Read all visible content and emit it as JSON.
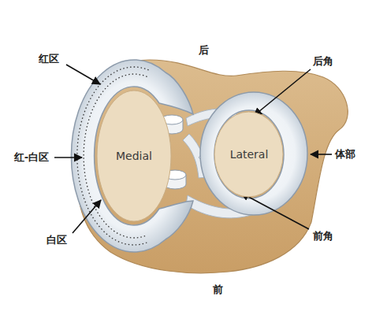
{
  "diagram": {
    "nodes": [
      {
        "text": [
          "Medial"
        ]
      },
      {
        "text": [
          "Lateral"
        ]
      }
    ],
    "labels": [
      "后",
      "红区",
      "后角",
      "红-白区",
      "体部",
      "白区",
      "前角",
      "前"
    ]
  }
}
